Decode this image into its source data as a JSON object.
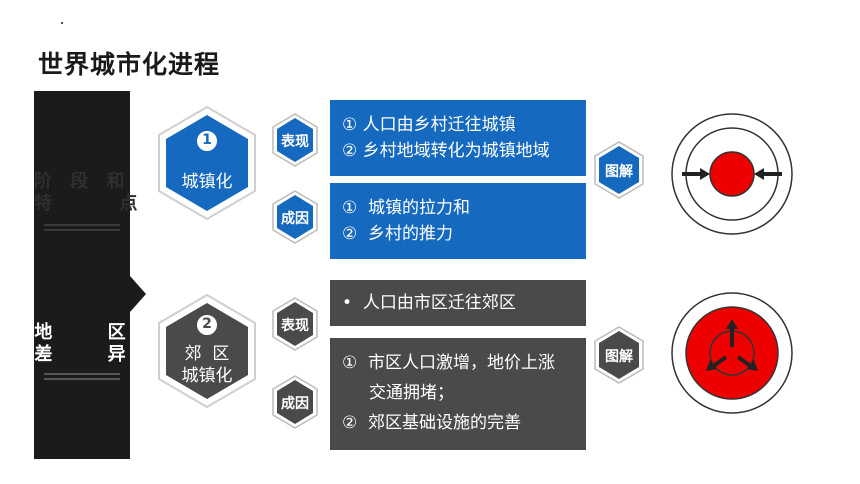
{
  "title": "世界城市化进程",
  "sidebar": {
    "stage_label": "阶 段 和\n特     点",
    "diff_label": "地     区\n差     异"
  },
  "stage1": {
    "badge": "1",
    "name": "城镇化",
    "biaoxian_tag": "表现",
    "chengyin_tag": "成因",
    "tujie_tag": "图解",
    "biaoxian_text": "① 人口由乡村迁往城镇\n② 乡村地域转化为城镇地域",
    "chengyin_text": "①  城镇的拉力和\n②  乡村的推力"
  },
  "stage2": {
    "badge": "2",
    "name": "郊  区\n城镇化",
    "biaoxian_tag": "表现",
    "chengyin_tag": "成因",
    "tujie_tag": "图解",
    "biaoxian_text": "•  人口由市区迁往郊区",
    "chengyin_text": "①  市区人口激增，地价上涨\n     交通拥堵；\n②  郊区基础设施的完善"
  },
  "colors": {
    "blue": "#1569be",
    "dark": "#4a4a4a",
    "red": "#ee0000"
  },
  "icons": [
    "inward-arrows-diagram-icon",
    "outward-arrows-diagram-icon"
  ]
}
